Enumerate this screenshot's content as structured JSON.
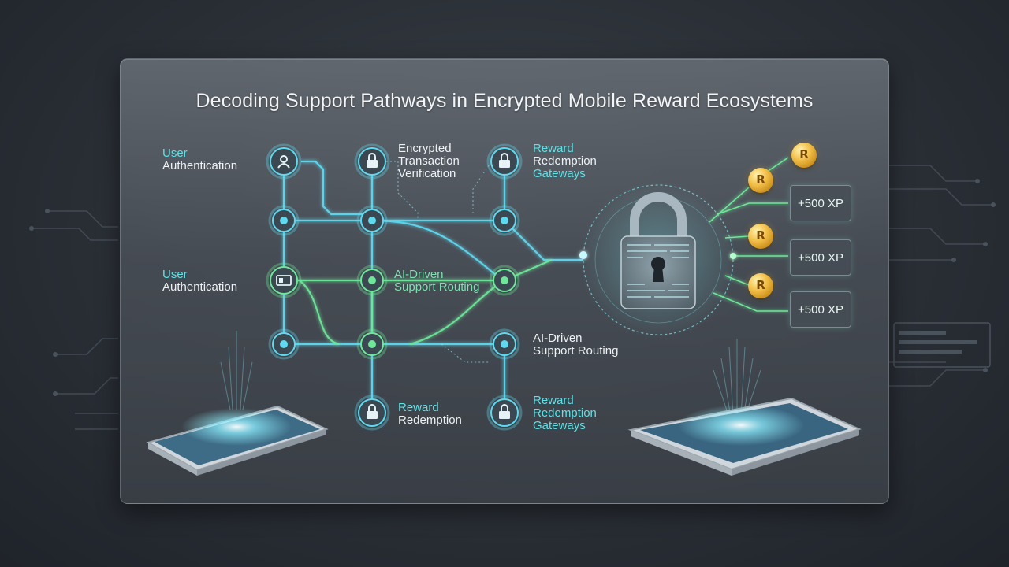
{
  "title": "Decoding Support Pathways in Encrypted Mobile Reward Ecosystems",
  "labels": {
    "col1_top": {
      "line1": "User",
      "line2": "Authentication"
    },
    "col2_top": {
      "line1": "Encrypted",
      "line2": "Transaction",
      "line3": "Verification"
    },
    "col3_top": {
      "line1": "Reward",
      "line2": "Redemption",
      "line3": "Gateways"
    },
    "col1_mid": {
      "line1": "User",
      "line2": "Authentication"
    },
    "col2_mid": {
      "line1": "AI-Driven",
      "line2": "Support Routing"
    },
    "col3_low": {
      "line1": "AI-Driven",
      "line2": "Support Routing"
    },
    "col2_bottom": {
      "line1": "Reward",
      "line2": "Redemption"
    },
    "col3_bottom": {
      "line1": "Reward",
      "line2": "Redemption",
      "line3": "Gateways"
    }
  },
  "rewards": {
    "coin_symbol": "R",
    "xp_cards": [
      {
        "value": "+500 XP"
      },
      {
        "value": "+500 XP"
      },
      {
        "value": "+500 XP"
      }
    ]
  },
  "icons": {
    "node_user": "user-icon",
    "node_lock": "lock-icon",
    "node_card": "card-icon",
    "central": "padlock-icon",
    "devices": [
      "smartphone-icon",
      "tablet-icon"
    ]
  },
  "colors": {
    "accent_cyan": "#5fe1e6",
    "accent_green": "#6ee79a",
    "panel": "#5a6068",
    "gold": "#f3c04a"
  }
}
